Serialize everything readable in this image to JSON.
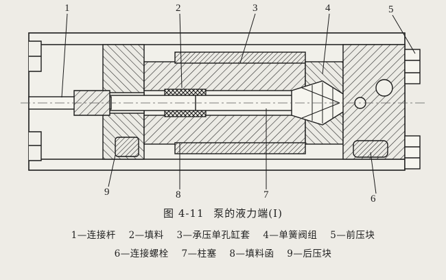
{
  "figure": {
    "callouts": [
      {
        "num": "1"
      },
      {
        "num": "2"
      },
      {
        "num": "3"
      },
      {
        "num": "4"
      },
      {
        "num": "5"
      },
      {
        "num": "6"
      },
      {
        "num": "7"
      },
      {
        "num": "8"
      },
      {
        "num": "9"
      }
    ]
  },
  "caption": {
    "number": "图 4-11",
    "title": "泵的液力端(Ⅰ)"
  },
  "legend": {
    "row1": [
      "1—连接杆",
      "2—填料",
      "3—承压单孔缸套",
      "4—单簧阀组",
      "5—前压块"
    ],
    "row2": [
      "6—连接螺栓",
      "7—柱塞",
      "8—填料函",
      "9—后压块"
    ]
  }
}
